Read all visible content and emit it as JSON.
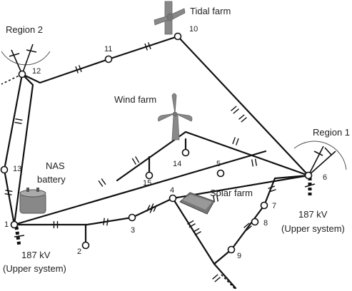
{
  "title": "",
  "regions": [
    {
      "id": "region-1",
      "label": "Region 1"
    },
    {
      "id": "region-2",
      "label": "Region 2"
    }
  ],
  "nodes": [
    {
      "id": "1",
      "label": "1"
    },
    {
      "id": "2",
      "label": "2"
    },
    {
      "id": "3",
      "label": "3"
    },
    {
      "id": "4",
      "label": "4"
    },
    {
      "id": "5",
      "label": "5"
    },
    {
      "id": "6",
      "label": "6"
    },
    {
      "id": "7",
      "label": "7"
    },
    {
      "id": "8",
      "label": "8"
    },
    {
      "id": "9",
      "label": "9"
    },
    {
      "id": "10",
      "label": "10"
    },
    {
      "id": "11",
      "label": "11"
    },
    {
      "id": "12",
      "label": "12"
    },
    {
      "id": "13",
      "label": "13"
    },
    {
      "id": "14",
      "label": "14"
    },
    {
      "id": "15",
      "label": "15"
    }
  ],
  "facilities": {
    "tidal": {
      "label": "Tidal farm",
      "icon": "tidal-turbine-icon"
    },
    "wind": {
      "label": "Wind farm",
      "icon": "wind-turbine-icon"
    },
    "solar": {
      "label": "Solar farm",
      "icon": "solar-panel-icon"
    },
    "nas": {
      "line1": "NAS",
      "line2": "battery",
      "icon": "battery-icon"
    }
  },
  "upper_system": [
    {
      "id": "left",
      "voltage": "187 kV",
      "desc": "(Upper system)"
    },
    {
      "id": "right",
      "voltage": "187 kV",
      "desc": "(Upper system)"
    }
  ],
  "colors": {
    "line": "#111111",
    "node_fill": "#ffffff",
    "boundary": "#555555",
    "device": "#888888"
  }
}
